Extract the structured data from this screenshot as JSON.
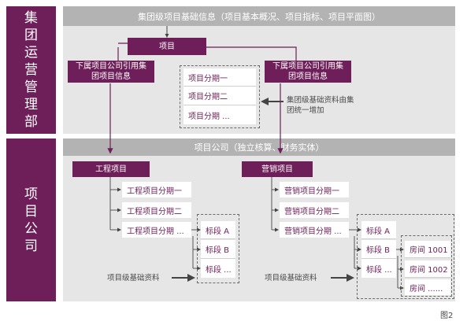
{
  "side": {
    "top_label": "集团运营管理部",
    "bottom_label": "项目公司"
  },
  "top": {
    "band_title": "集团级项目基础信息（项目基本概况、项目指标、项目平面图）",
    "project_label": "项目",
    "left_ref": "下属项目公司引用集团项目信息",
    "right_ref": "下属项目公司引用集团项目信息",
    "phases": [
      "项目分期一",
      "项目分期二",
      "项目分期 ..."
    ],
    "note": "集团级基础资料由集团统一增加"
  },
  "bottom": {
    "band_title": "项目公司（独立核算、财务实体）",
    "engineering": {
      "label": "工程项目",
      "phases": [
        "工程项目分期一",
        "工程项目分期二",
        "工程项目分期 ..."
      ],
      "sections": [
        "标段 A",
        "标段 B",
        "标段 ..."
      ],
      "note": "项目级基础资料"
    },
    "marketing": {
      "label": "营销项目",
      "phases": [
        "营销项目分期一",
        "营销项目分期二",
        "营销项目分期 ..."
      ],
      "sections": [
        "标段 A",
        "标段 B",
        "标段 ..."
      ],
      "rooms": [
        "房间 1001",
        "房间 1002",
        "房间 ......"
      ],
      "note": "项目级基础资料"
    }
  },
  "caption": "图2",
  "colors": {
    "accent": "#6e1e58",
    "band": "#b3b3b3",
    "panel": "#e6e6e6"
  }
}
